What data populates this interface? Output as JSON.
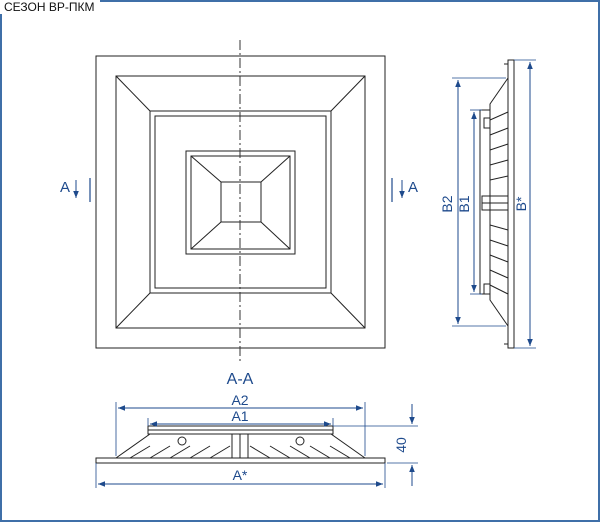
{
  "title": "СЕЗОН ВР-ПКМ",
  "labels": {
    "section_left": "A",
    "section_right": "A",
    "section_caption": "A-A",
    "dim_a2": "A2",
    "dim_a1": "A1",
    "dim_astar": "A*",
    "dim_height": "40",
    "dim_b2": "B2",
    "dim_b1": "B1",
    "dim_bstar": "B*"
  },
  "colors": {
    "frame": "#3f6fa8",
    "dimension": "#1e4a8c",
    "drawing": "#222222",
    "centerline": "#333333"
  }
}
